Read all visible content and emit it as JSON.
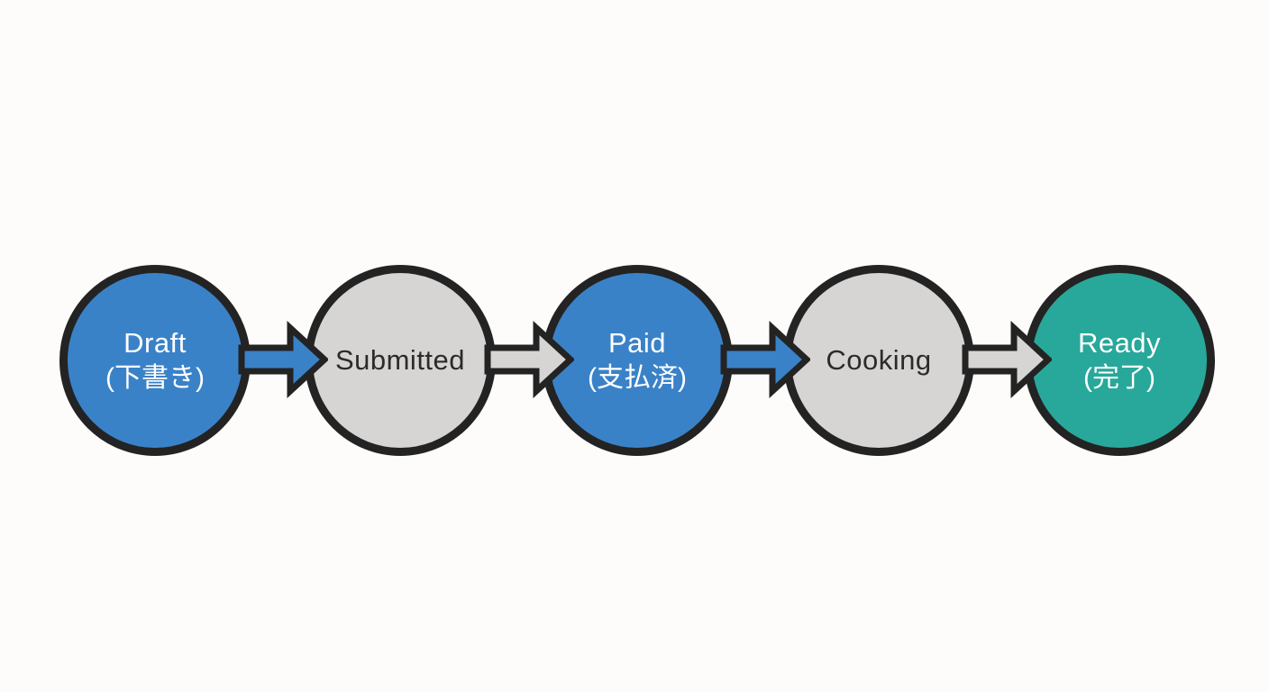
{
  "diagram": {
    "type": "workflow-status-flow",
    "background_color": "#fdfcfa",
    "outline_color": "#232323",
    "stages": [
      {
        "id": "draft",
        "label": "Draft",
        "sublabel": "(下書き)",
        "fill": "#3a82c8",
        "text_color": "#ffffff"
      },
      {
        "id": "submitted",
        "label": "Submitted",
        "sublabel": "",
        "fill": "#d6d5d3",
        "text_color": "#2b2b2b"
      },
      {
        "id": "paid",
        "label": "Paid",
        "sublabel": "(支払済)",
        "fill": "#3a82c8",
        "text_color": "#ffffff"
      },
      {
        "id": "cooking",
        "label": "Cooking",
        "sublabel": "",
        "fill": "#d6d5d3",
        "text_color": "#2b2b2b"
      },
      {
        "id": "ready",
        "label": "Ready",
        "sublabel": "(完了)",
        "fill": "#28a89a",
        "text_color": "#ffffff"
      }
    ],
    "arrows": [
      {
        "from": "draft",
        "to": "submitted",
        "fill": "#3a82c8"
      },
      {
        "from": "submitted",
        "to": "paid",
        "fill": "#d6d5d3"
      },
      {
        "from": "paid",
        "to": "cooking",
        "fill": "#3a82c8"
      },
      {
        "from": "cooking",
        "to": "ready",
        "fill": "#d6d5d3"
      }
    ]
  }
}
